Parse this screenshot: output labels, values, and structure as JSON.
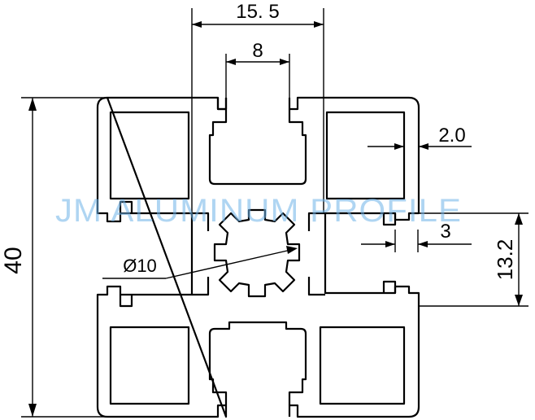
{
  "dimensions": {
    "width_top": "15. 5",
    "slot_width": "8",
    "wall_thickness": "2.0",
    "inner_gap": "3",
    "slot_depth": "13.2",
    "overall_height": "40",
    "center_bore": "Ø10"
  },
  "watermark": "JM ALUMINUM PROFILE",
  "colors": {
    "line": "#000000",
    "watermark": "#6fb3e8",
    "background": "#ffffff"
  }
}
